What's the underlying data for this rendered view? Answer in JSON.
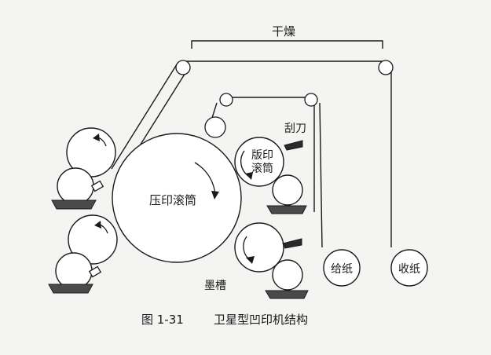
{
  "labels": {
    "drying": "干燥",
    "impression_cylinder": "压印滚筒",
    "plate_cylinder_line1": "版印",
    "plate_cylinder_line2": "滚筒",
    "doctor_blade": "刮刀",
    "ink_trough": "墨槽",
    "feed_paper": "给纸",
    "receive_paper": "收纸"
  },
  "caption": {
    "number": "图 1-31",
    "title": "卫星型凹印机结构"
  }
}
